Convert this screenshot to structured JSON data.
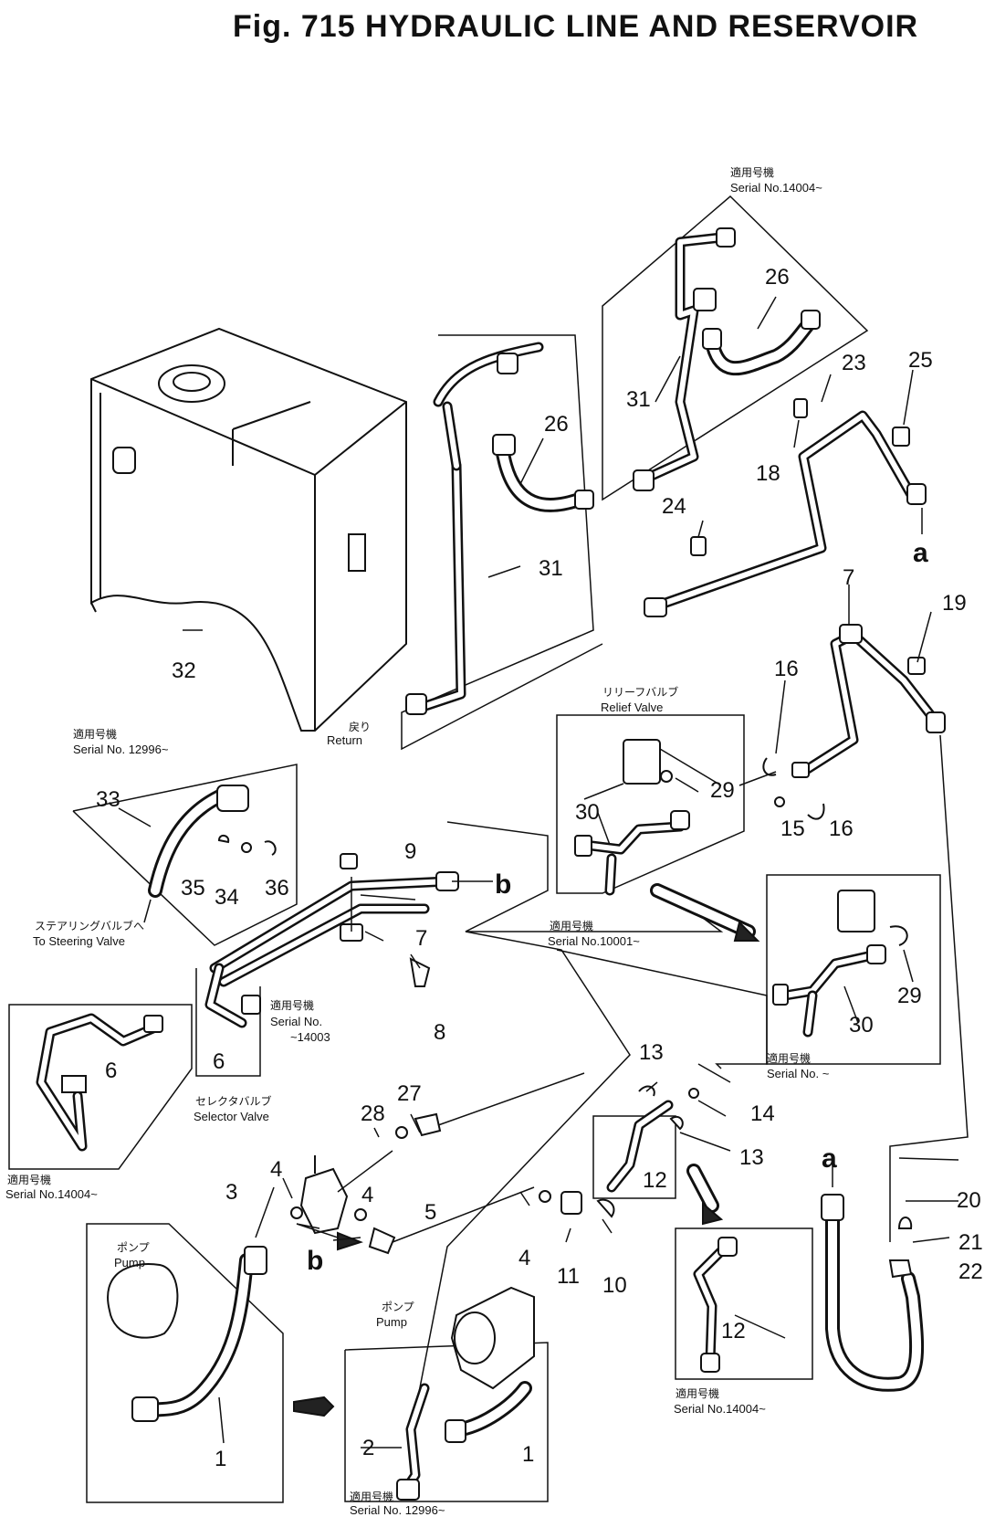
{
  "title": "Fig. 715 HYDRAULIC LINE AND RESERVOIR",
  "callouts": {
    "n1a": "1",
    "n1b": "1",
    "n2": "2",
    "n3": "3",
    "n4a": "4",
    "n4b": "4",
    "n4c": "4",
    "n5": "5",
    "n6a": "6",
    "n6b": "6",
    "n7a": "7",
    "n7b": "7",
    "n8": "8",
    "n9": "9",
    "n10": "10",
    "n11": "11",
    "n12a": "12",
    "n12b": "12",
    "n13a": "13",
    "n13b": "13",
    "n14": "14",
    "n15": "15",
    "n16a": "16",
    "n16b": "16",
    "n18": "18",
    "n19": "19",
    "n20": "20",
    "n21": "21",
    "n22": "22",
    "n23": "23",
    "n24": "24",
    "n25": "25",
    "n26a": "26",
    "n26b": "26",
    "n27": "27",
    "n28": "28",
    "n29a": "29",
    "n29b": "29",
    "n30a": "30",
    "n30b": "30",
    "n31a": "31",
    "n31b": "31",
    "n32": "32",
    "n33": "33",
    "n34": "34",
    "n35": "35",
    "n36": "36"
  },
  "markers": {
    "a1": "a",
    "a2": "a",
    "b1": "b",
    "b2": "b"
  },
  "labels": {
    "serial_14004_top_jp": "適用号機",
    "serial_14004_top": "Serial No.14004~",
    "serial_12996_jp": "適用号機",
    "serial_12996": "Serial No. 12996~",
    "steering_jp": "ステアリングバルブへ",
    "steering": "To Steering Valve",
    "return_jp": "戻り",
    "return": "Return",
    "relief_jp": "リリーフバルブ",
    "relief": "Relief Valve",
    "serial_10001_jp": "適用号機",
    "serial_10001": "Serial No.10001~",
    "serial_14003_jp": "適用号機",
    "serial_14003a": "Serial No.",
    "serial_14003b": "~14003",
    "serial_14004_left_jp": "適用号機",
    "serial_14004_left": "Serial No.14004~",
    "selector_jp": "セレクタバルブ",
    "selector": "Selector Valve",
    "pump1_jp": "ポンプ",
    "pump1": "Pump",
    "pump2_jp": "ポンプ",
    "pump2": "Pump",
    "serial_12996_bottom_jp": "適用号機",
    "serial_12996_bottom": "Serial No. 12996~",
    "serial_14004_bottom_jp": "適用号機",
    "serial_14004_bottom": "Serial No.14004~",
    "serial_right_jp": "適用号機",
    "serial_right": "Serial No. ~"
  }
}
